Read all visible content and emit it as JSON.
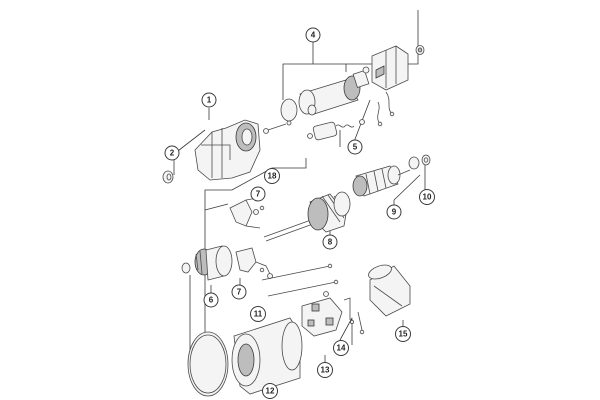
{
  "diagram": {
    "callouts": {
      "c1": "1",
      "c2": "2",
      "c4": "4",
      "c5": "5",
      "c6": "6",
      "c7a": "7",
      "c7b": "7",
      "c8": "8",
      "c9": "9",
      "c10": "10",
      "c11": "11",
      "c12": "12",
      "c13": "13",
      "c14": "14",
      "c15": "15",
      "c18": "18"
    }
  }
}
